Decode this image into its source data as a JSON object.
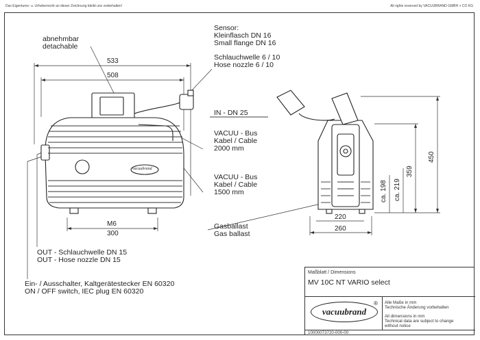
{
  "header": {
    "left_note": "Das Eigentums- u. Urheberrecht an dieser Zeichnung bleibt uns vorbehalten!",
    "right_note": "All rights reserved by VACUUBRAND GMBH + CO KG"
  },
  "labels": {
    "detachable_de": "abnehmbar",
    "detachable_en": "detachable",
    "sensor": "Sensor:",
    "sensor_de": "Kleinflasch DN 16",
    "sensor_en": "Small flange DN 16",
    "hose_de": "Schlauchwelle 6 / 10",
    "hose_en": "Hose nozzle 6 / 10",
    "in": "IN - DN 25",
    "bus1_a": "VACUU - Bus",
    "bus1_b": "Kabel / Cable",
    "bus1_c": "2000 mm",
    "bus2_a": "VACUU - Bus",
    "bus2_b": "Kabel / Cable",
    "bus2_c": "1500 mm",
    "ballast_de": "Gasballast",
    "ballast_en": "Gas ballast",
    "out_de": "OUT - Schlauchwelle DN 15",
    "out_en": "OUT - Hose nozzle DN 15",
    "switch_de": "Ein- / Ausschalter, Kaltgerätestecker EN 60320",
    "switch_en": "ON / OFF switch, IEC plug EN 60320"
  },
  "dimensions": {
    "d533": "533",
    "d508": "508",
    "m6": "M6",
    "d300": "300",
    "d220": "220",
    "d260": "260",
    "d450": "450",
    "d359": "359",
    "ca219": "ca. 219",
    "ca198": "ca. 198"
  },
  "title_block": {
    "sheet_type": "Maßblatt / Dimensions",
    "model": "MV 10C NT VARIO select",
    "logo_text": "vacuubrand",
    "reg": "®",
    "note_de_1": "Alle Maße in mm",
    "note_de_2": "Technische Änderung vorbehalten",
    "note_en_1": "All dimensions in mm",
    "note_en_2": "Technical data are subject to change",
    "note_en_3": "without notice",
    "drawing_no": "10000073720-000-00"
  },
  "pump_badge": "vacuubrand"
}
